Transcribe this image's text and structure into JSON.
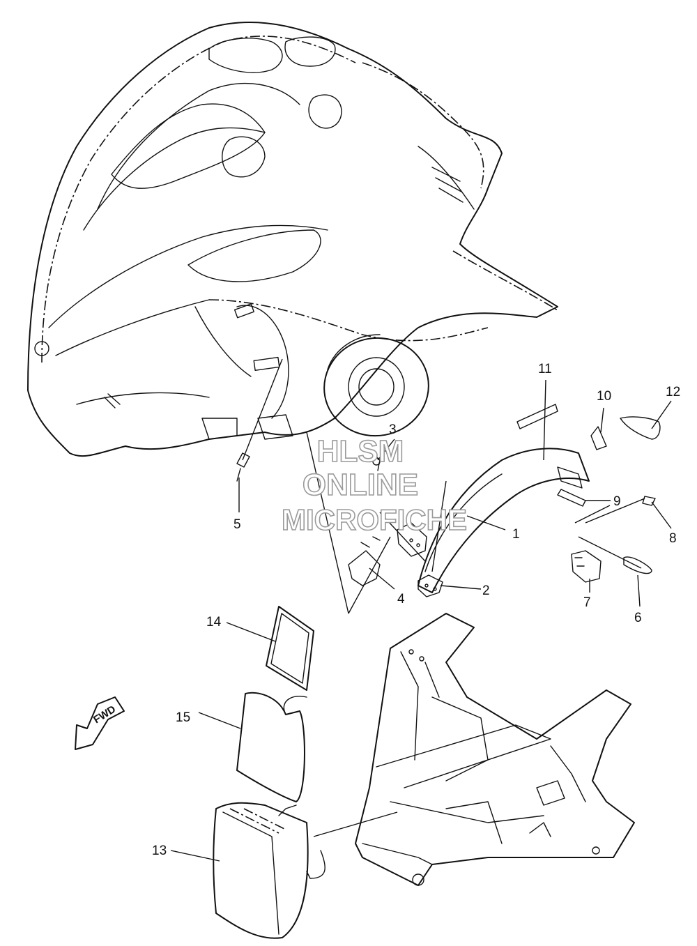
{
  "watermark": {
    "line1": "HLSM",
    "line2": "ONLINE",
    "line3": "MICROFICHE"
  },
  "direction_arrow": {
    "label": "FWD",
    "icon": "fwd-arrow-icon"
  },
  "callouts": {
    "c1": "1",
    "c2": "2",
    "c3": "3",
    "c4": "4",
    "c5": "5",
    "c6": "6",
    "c7": "7",
    "c8": "8",
    "c9": "9",
    "c10": "10",
    "c11": "11",
    "c12": "12",
    "c13": "13",
    "c14": "14",
    "c15": "15"
  }
}
